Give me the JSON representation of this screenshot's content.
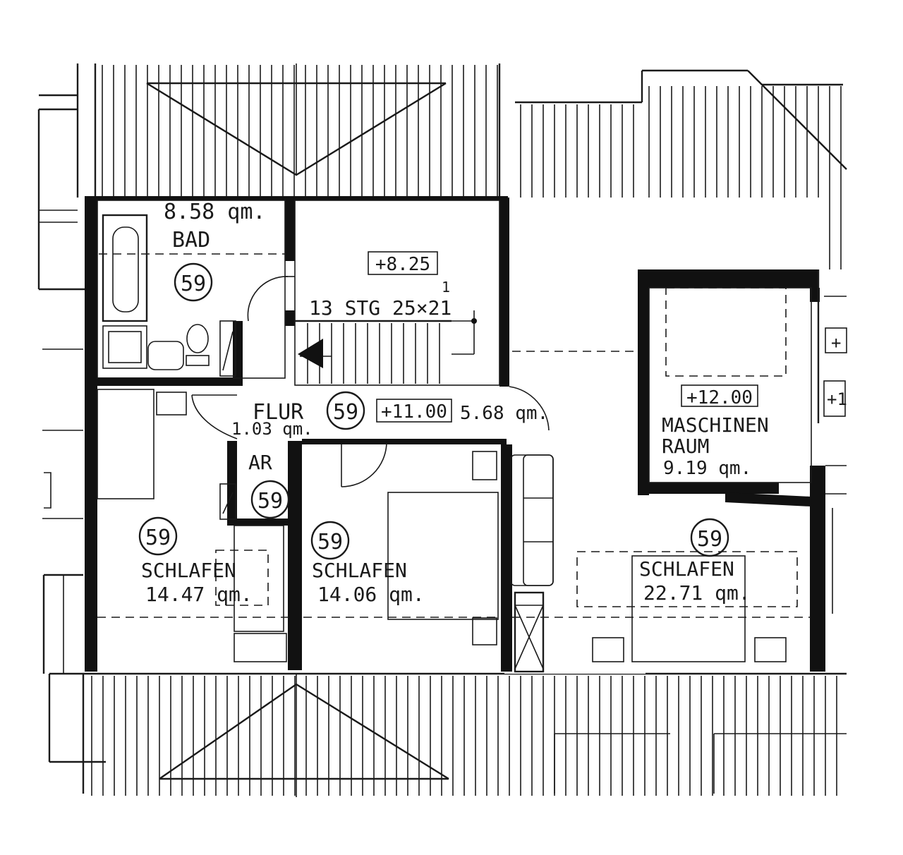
{
  "rooms": {
    "bad": {
      "area": "8.58 qm.",
      "name": "BAD",
      "badge": "59"
    },
    "stairs": {
      "level": "+8.25",
      "steps": "13 STG 25×21",
      "steps_sup": "1"
    },
    "flur": {
      "name": "FLUR",
      "badge": "59",
      "level": "+11.00",
      "area": "5.68 qm."
    },
    "ar": {
      "area": "1.03 qm.",
      "name": "AR",
      "badge": "59"
    },
    "maschinen": {
      "level": "+12.00",
      "name_line1": "MASCHINEN",
      "name_line2": "RAUM",
      "area": "9.19 qm."
    },
    "schlafen1": {
      "badge": "59",
      "name": "SCHLAFEN",
      "area": "14.47 qm."
    },
    "schlafen2": {
      "badge": "59",
      "name": "SCHLAFEN",
      "area": "14.06 qm."
    },
    "schlafen3": {
      "badge": "59",
      "name": "SCHLAFEN",
      "area": "22.71 qm."
    }
  },
  "edge_labels": {
    "right_top": "+",
    "right_mid": "+1"
  }
}
